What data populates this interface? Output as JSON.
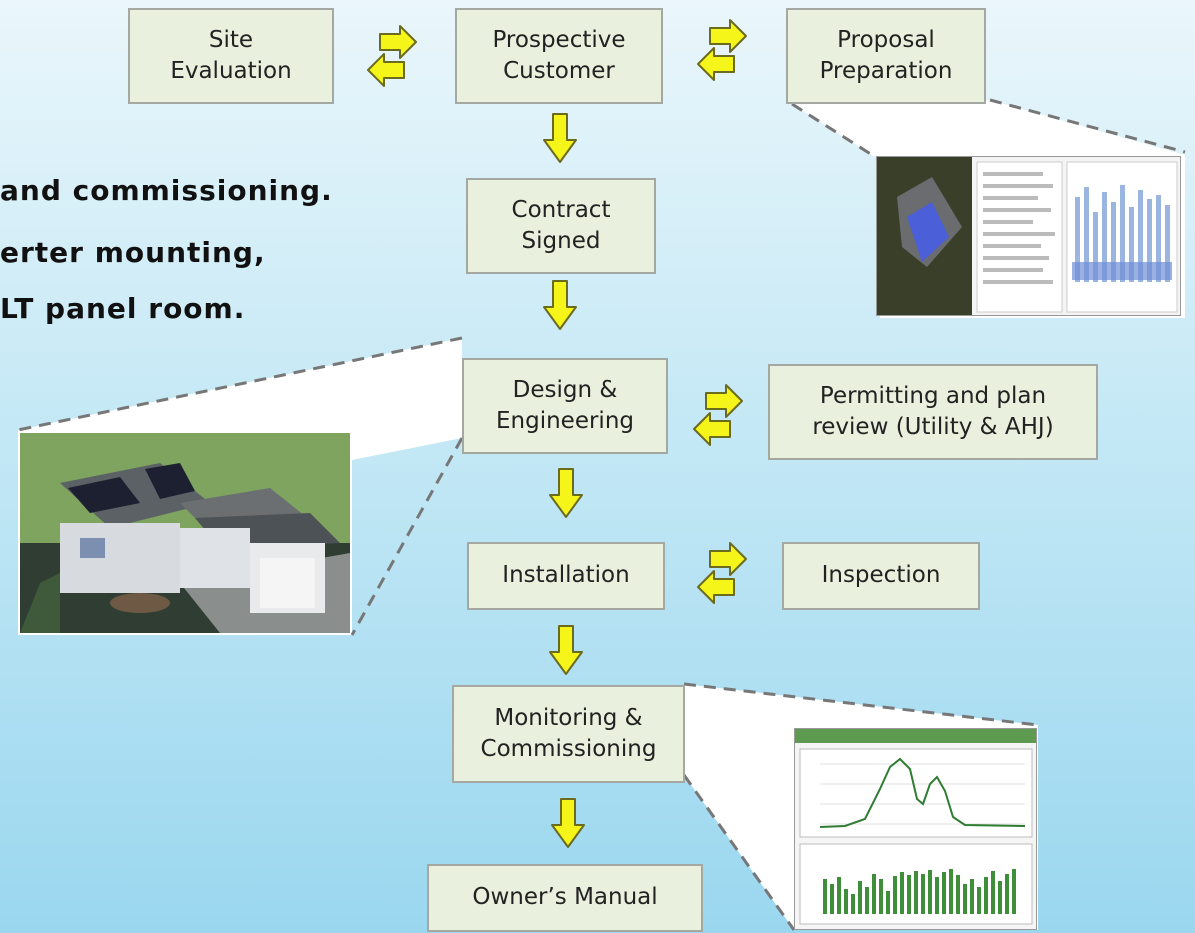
{
  "background_text": [
    "and commissioning.",
    "erter mounting,",
    "LT panel room."
  ],
  "flow": {
    "site_evaluation": "Site\nEvaluation",
    "prospective_customer": "Prospective\nCustomer",
    "proposal_preparation": "Proposal\nPreparation",
    "contract_signed": "Contract\nSigned",
    "design_engineering": "Design &\nEngineering",
    "permitting": "Permitting and plan\nreview (Utility & AHJ)",
    "installation": "Installation",
    "inspection": "Inspection",
    "monitoring": "Monitoring &\nCommissioning",
    "owners_manual": "Owner’s Manual"
  },
  "colors": {
    "box_fill": "#e9f0dd",
    "box_border": "#a4a8a0",
    "arrow_fill": "#f6f51a",
    "arrow_stroke": "#6b6b1e",
    "chart_green": "#2e7d32",
    "bars_green": "#3f8f3a"
  },
  "icons": {
    "down_arrow": "down-arrow-icon",
    "bidirectional_arrow": "bidirectional-arrow-icon"
  }
}
